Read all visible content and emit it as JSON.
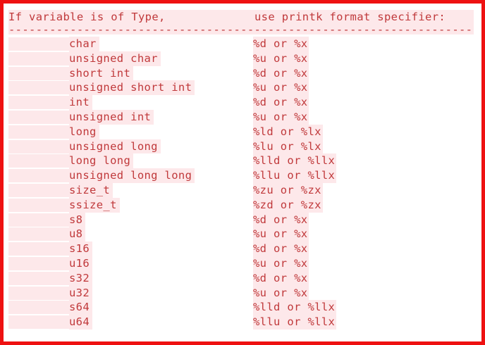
{
  "header": {
    "type_col": "If variable is of Type,",
    "spec_col": "use printk format specifier:"
  },
  "separator": "------------------------------------------------------------------------------------------",
  "rows": [
    {
      "type": "char",
      "spec": "%d or %x"
    },
    {
      "type": "unsigned char",
      "spec": "%u or %x"
    },
    {
      "type": "short int",
      "spec": "%d or %x"
    },
    {
      "type": "unsigned short int",
      "spec": "%u or %x"
    },
    {
      "type": "int",
      "spec": "%d or %x"
    },
    {
      "type": "unsigned int",
      "spec": "%u or %x"
    },
    {
      "type": "long",
      "spec": "%ld or %lx"
    },
    {
      "type": "unsigned long",
      "spec": "%lu or %lx"
    },
    {
      "type": "long long",
      "spec": "%lld or %llx"
    },
    {
      "type": "unsigned long long",
      "spec": "%llu or %llx"
    },
    {
      "type": "size_t",
      "spec": "%zu or %zx"
    },
    {
      "type": "ssize_t",
      "spec": "%zd or %zx"
    },
    {
      "type": "s8",
      "spec": "%d or %x"
    },
    {
      "type": "u8",
      "spec": "%u or %x"
    },
    {
      "type": "s16",
      "spec": "%d or %x"
    },
    {
      "type": "u16",
      "spec": "%u or %x"
    },
    {
      "type": "s32",
      "spec": "%d or %x"
    },
    {
      "type": "u32",
      "spec": "%u or %x"
    },
    {
      "type": "s64",
      "spec": "%lld or %llx"
    },
    {
      "type": "u64",
      "spec": "%llu or %llx"
    }
  ],
  "colors": {
    "frame_border": "#ee1111",
    "text": "#c0393b",
    "highlight": "#fde8ea"
  }
}
